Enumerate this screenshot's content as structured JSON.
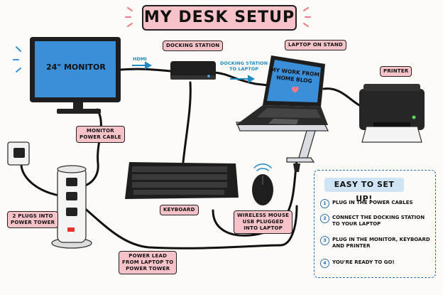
{
  "title": "MY DESK SETUP",
  "labels": {
    "docking_station": "DOCKING STATION",
    "laptop_on_stand": "LAPTOP ON STAND",
    "printer": "PRINTER",
    "monitor_cable": [
      "MONITOR",
      "POWER CABLE"
    ],
    "keyboard": "KEYBOARD",
    "wireless_mouse": [
      "WIRELESS MOUSE",
      "USB PLUGGED",
      "INTO LAPTOP"
    ],
    "plugs": [
      "2 PLUGS INTO",
      "POWER TOWER"
    ],
    "power_lead": [
      "POWER LEAD",
      "FROM LAPTOP TO",
      "POWER TOWER"
    ]
  },
  "flows": {
    "hdmi": "HDMI",
    "dock_to_laptop": [
      "DOCKING STATION",
      "TO LAPTOP"
    ]
  },
  "monitor_screen": "24\" MONITOR",
  "laptop_screen": [
    "MY WORK FROM",
    "HOME BLOG"
  ],
  "guide": {
    "title": "EASY TO SET UP!",
    "steps": [
      {
        "n": "1",
        "text": [
          "PLUG IN THE POWER CABLES"
        ]
      },
      {
        "n": "2",
        "text": [
          "CONNECT THE DOCKING STATION",
          "TO YOUR LAPTOP"
        ]
      },
      {
        "n": "3",
        "text": [
          "PLUG IN THE MONITOR, KEYBOARD",
          "AND PRINTER"
        ]
      },
      {
        "n": "4",
        "text": [
          "YOU'RE READY TO GO!"
        ]
      }
    ]
  },
  "colors": {
    "label_fill": "#f7c3c9",
    "screen": "#3a8fd8",
    "flow_arrow": "#1f8bc3",
    "guide_border": "#2a6fb5",
    "guide_title_fill": "#cfe4f4",
    "heart": "#f07a8c",
    "power_switch": "#e8342f"
  },
  "icons": [
    "monitor",
    "docking-station",
    "laptop",
    "laptop-stand",
    "printer",
    "keyboard",
    "mouse",
    "wall-outlet",
    "power-tower",
    "heart-icon",
    "smiley-icon",
    "wifi-icon",
    "sparkle-icon"
  ]
}
